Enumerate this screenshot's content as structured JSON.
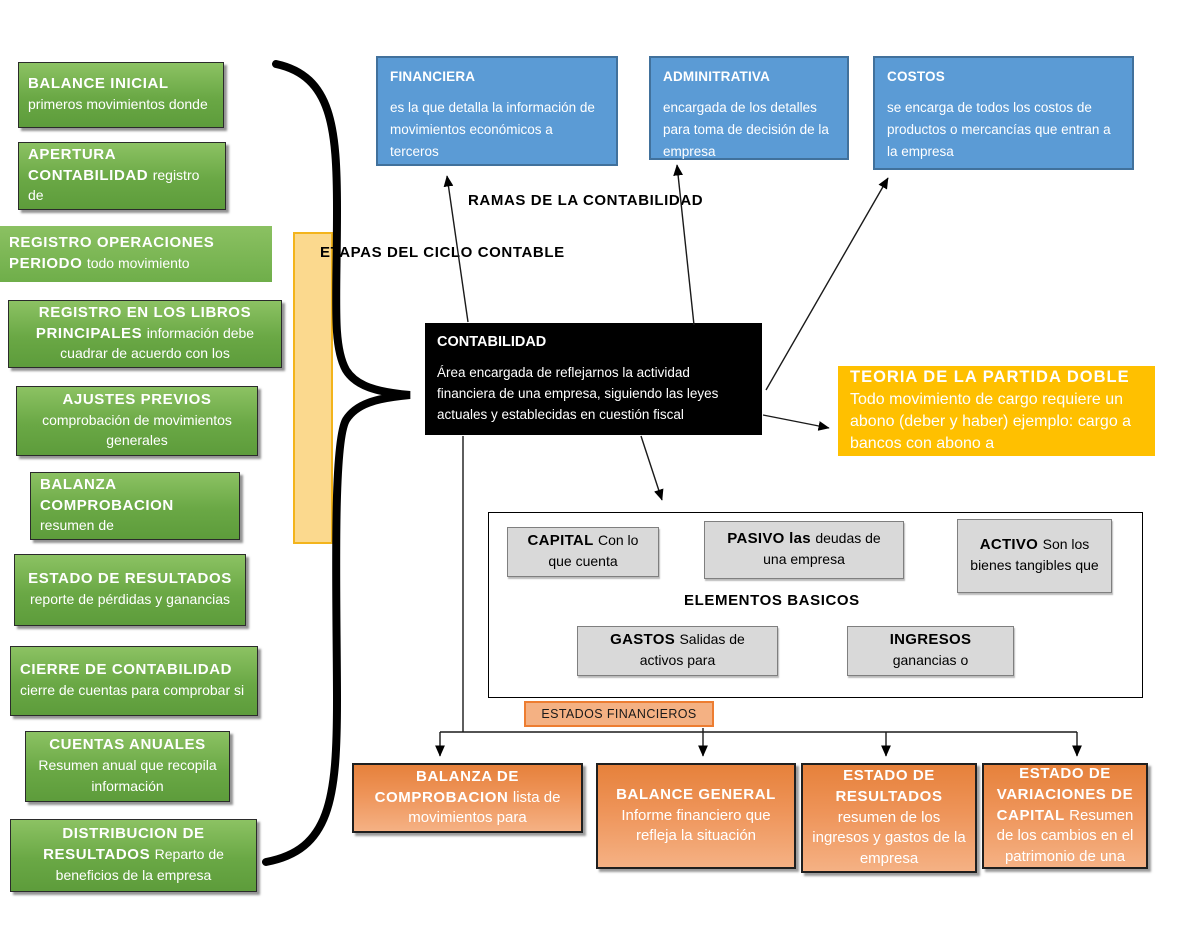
{
  "labels": {
    "etapas": "ETAPAS DEL CICLO CONTABLE",
    "ramas": "RAMAS DE LA CONTABILIDAD",
    "elementos": "ELEMENTOS BASICOS",
    "estados_financieros": "ESTADOS FINANCIEROS"
  },
  "stages": [
    {
      "title": "BALANCE INICIAL",
      "body": "primeros movimientos donde"
    },
    {
      "title": "APERTURA CONTABILIDAD",
      "body": "registro de"
    },
    {
      "title": "REGISTRO OPERACIONES PERIODO",
      "body": "todo movimiento"
    },
    {
      "title": "REGISTRO EN LOS LIBROS PRINCIPALES",
      "body": "información debe cuadrar de acuerdo con los"
    },
    {
      "title": "AJUSTES PREVIOS",
      "body": "comprobación de movimientos generales"
    },
    {
      "title": "BALANZA COMPROBACION",
      "body": "resumen de"
    },
    {
      "title": "ESTADO DE RESULTADOS",
      "body": "reporte de pérdidas y ganancias"
    },
    {
      "title": "CIERRE DE CONTABILIDAD",
      "body": "cierre de cuentas para comprobar si"
    },
    {
      "title": "CUENTAS ANUALES",
      "body": "Resumen anual que recopila información"
    },
    {
      "title": "DISTRIBUCION DE RESULTADOS",
      "body": "Reparto de beneficios de la empresa"
    }
  ],
  "ramas": [
    {
      "title": "FINANCIERA",
      "body": "es la que detalla la información de movimientos económicos a terceros"
    },
    {
      "title": "ADMINITRATIVA",
      "body": "encargada de los detalles para toma de decisión de la empresa"
    },
    {
      "title": "COSTOS",
      "body": "se encarga de todos los costos de productos o mercancías que entran a la empresa"
    }
  ],
  "central": {
    "title": "CONTABILIDAD",
    "body": "Área encargada de reflejarnos la actividad financiera de una empresa, siguiendo las leyes actuales y establecidas en cuestión fiscal"
  },
  "teoria": {
    "title": "TEORIA DE LA PARTIDA DOBLE",
    "body": "Todo movimiento de cargo requiere un abono (deber y haber) ejemplo: cargo a bancos con abono a"
  },
  "elementos": [
    {
      "title": "CAPITAL",
      "body": "Con lo que cuenta"
    },
    {
      "title": "PASIVO las",
      "body": "deudas de una empresa"
    },
    {
      "title": "ACTIVO",
      "body": "Son los bienes tangibles que"
    },
    {
      "title": "GASTOS",
      "body": "Salidas de activos para"
    },
    {
      "title": "INGRESOS",
      "body": "ganancias o"
    }
  ],
  "estados": [
    {
      "title": "BALANZA DE COMPROBACION",
      "body": "lista de movimientos para"
    },
    {
      "title": "BALANCE GENERAL",
      "body": "Informe financiero que refleja la situación"
    },
    {
      "title": "ESTADO DE RESULTADOS",
      "body": "resumen de los ingresos y gastos de la empresa"
    },
    {
      "title": "ESTADO DE VARIACIONES DE CAPITAL",
      "body": "Resumen de los cambios en el patrimonio de una"
    }
  ],
  "colors": {
    "stage_green": "#70AD47",
    "branch_blue": "#5B9BD5",
    "theory_amber": "#FFC000",
    "statement_orange": "#ED7D31",
    "label_salmon": "#F4B183",
    "element_gray": "#D9D9D9",
    "central_black": "#000000"
  }
}
